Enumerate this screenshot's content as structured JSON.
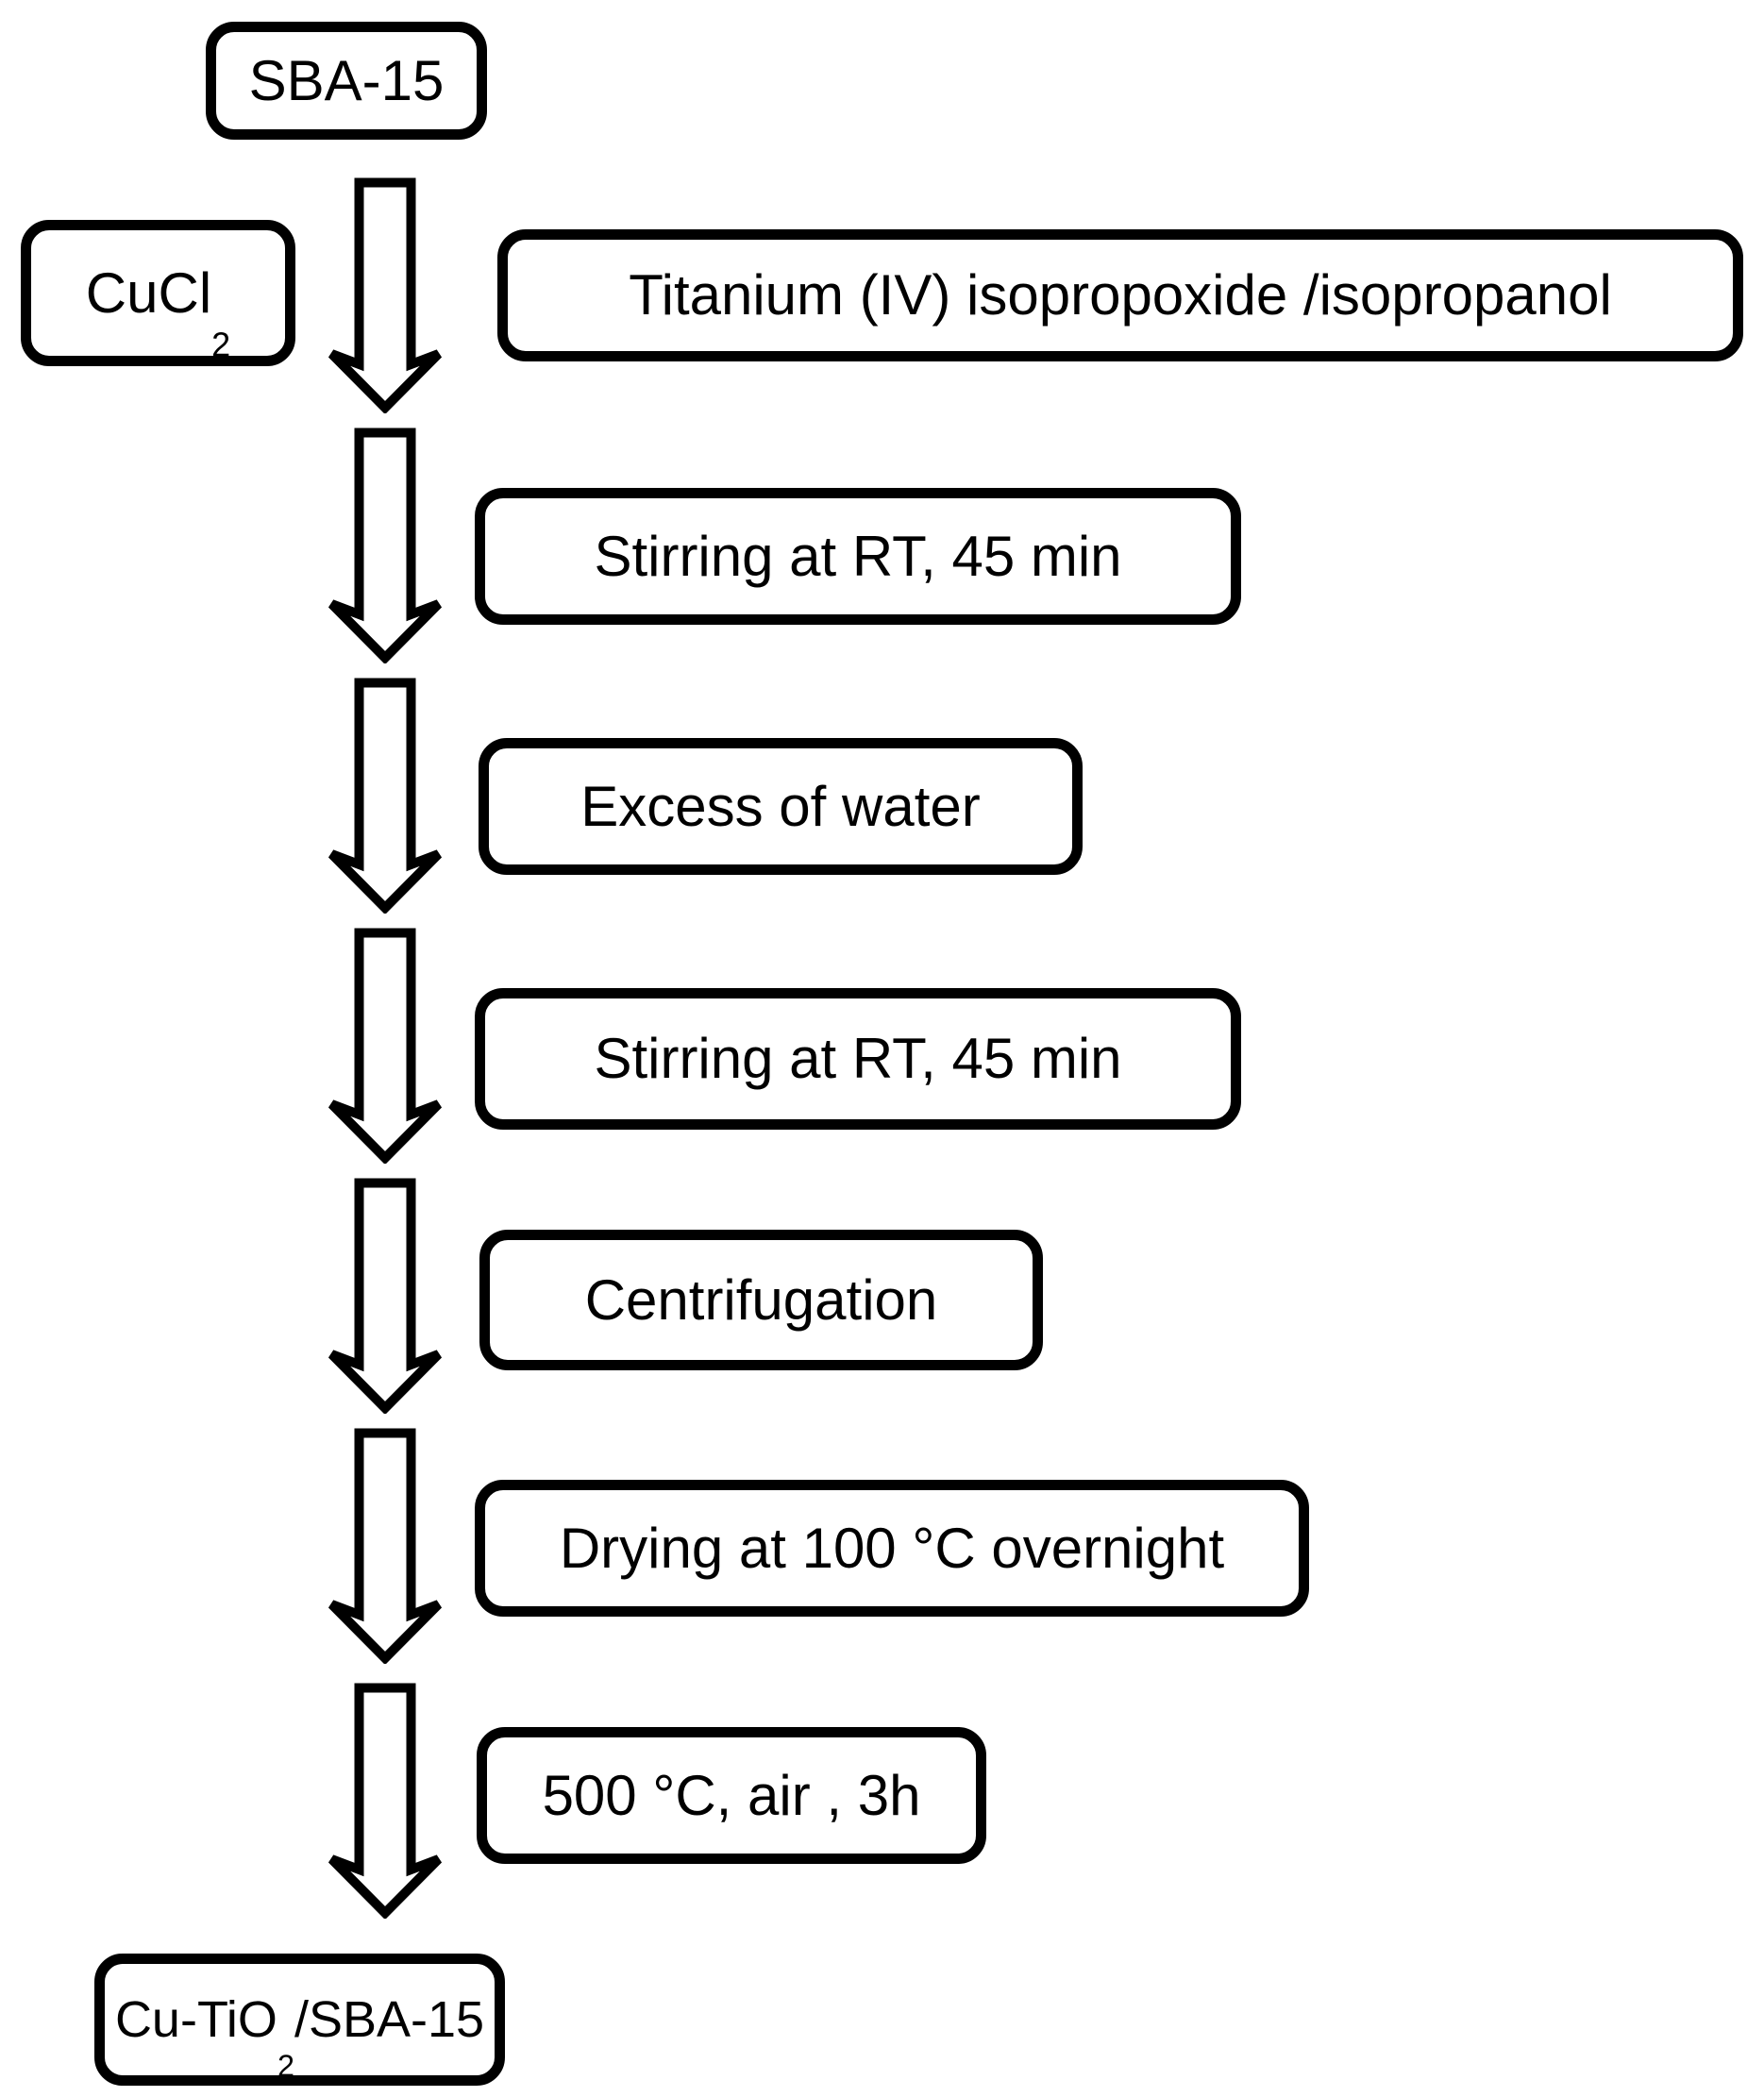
{
  "diagram": {
    "type": "process-flow-diagram",
    "colors": {
      "stroke": "#000000",
      "fill": "#ffffff",
      "text": "#000000"
    },
    "icons": {
      "arrow": "down-block-arrow"
    },
    "nodes": {
      "sba15": {
        "label": "SBA-15"
      },
      "cucl2": {
        "main": "CuCl",
        "sub": "2"
      },
      "titanium": {
        "label": "Titanium (IV) isopropoxide /isopropanol"
      },
      "stirring1": {
        "label": "Stirring at RT, 45 min"
      },
      "excess": {
        "label": "Excess of water"
      },
      "stirring2": {
        "label": "Stirring at RT, 45 min"
      },
      "centrifugation": {
        "label": "Centrifugation"
      },
      "drying": {
        "label": "Drying at 100 °C overnight"
      },
      "calcination": {
        "label": "500 °C, air , 3h"
      },
      "product": {
        "pre": "Cu-TiO",
        "sub": "2",
        "post": "/SBA-15"
      }
    },
    "sequence": [
      "sba15",
      "cucl2 + titanium",
      "stirring1",
      "excess",
      "stirring2",
      "centrifugation",
      "drying",
      "calcination",
      "product"
    ]
  }
}
